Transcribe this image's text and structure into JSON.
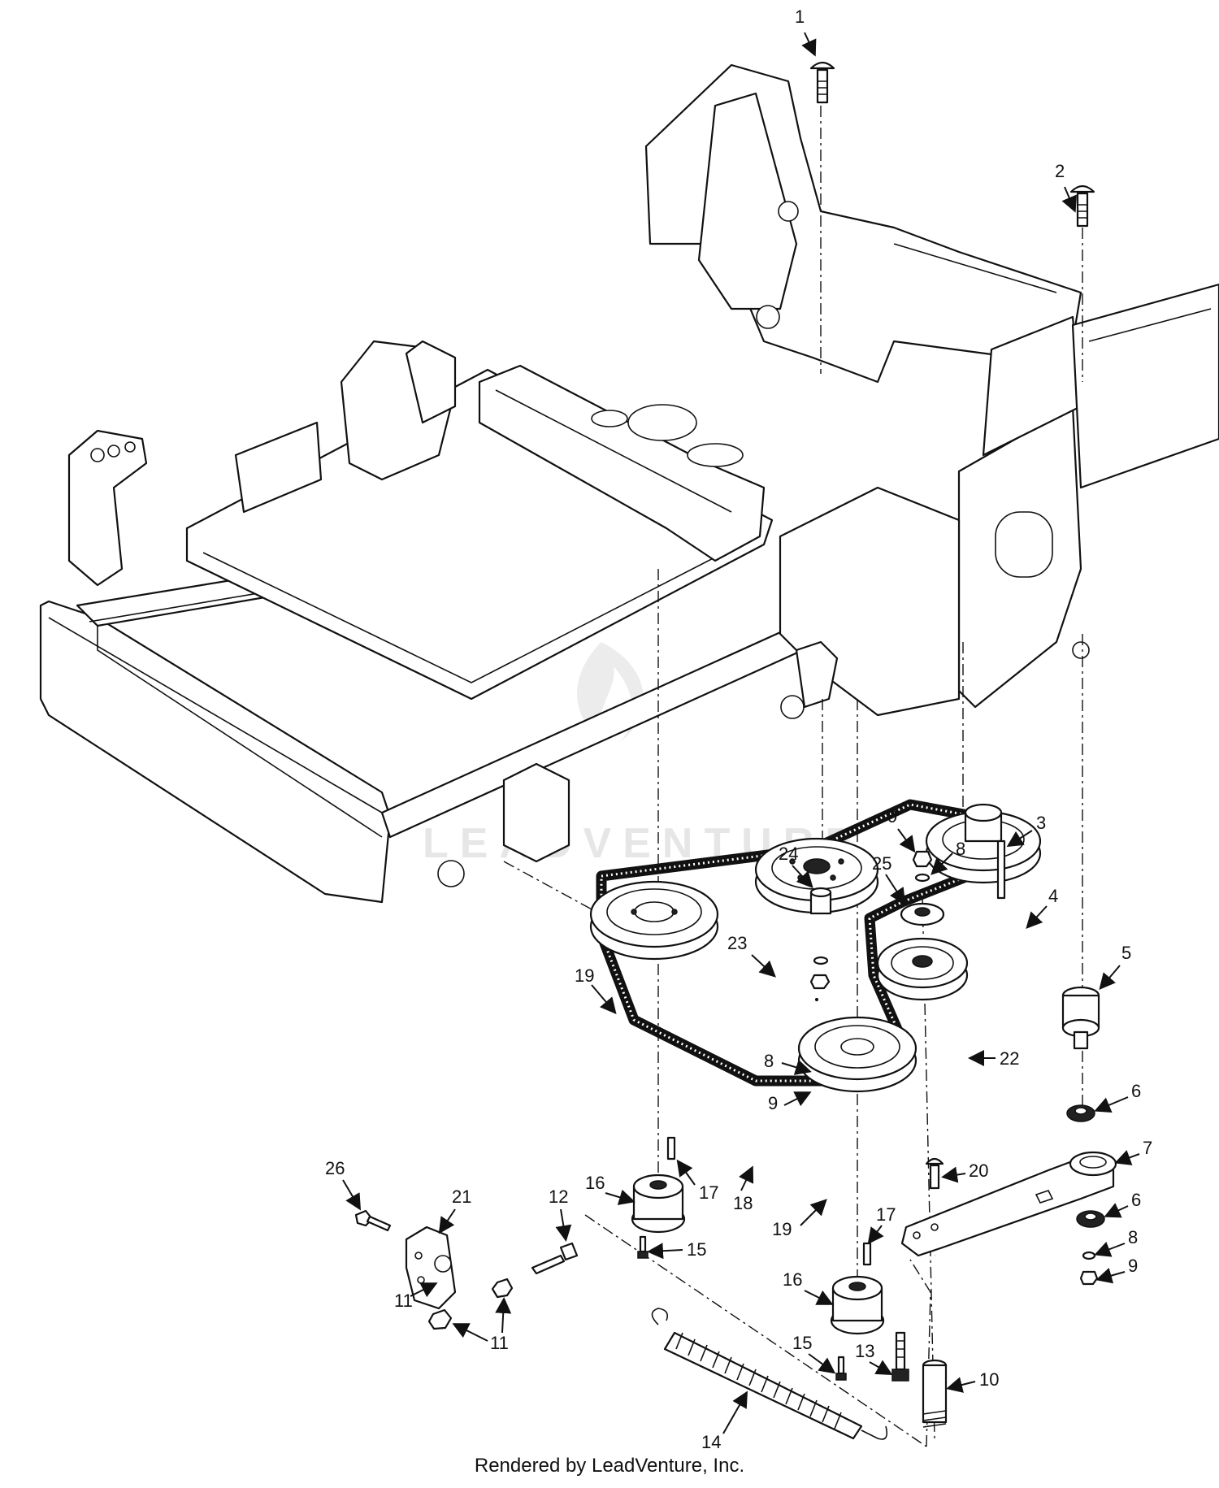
{
  "watermark": {
    "text": "LEADVENTURE"
  },
  "footer": {
    "text": "Rendered by LeadVenture, Inc."
  },
  "callouts": [
    "1",
    "2",
    "3",
    "4",
    "5",
    "6",
    "7",
    "6",
    "8",
    "9",
    "10",
    "11",
    "11",
    "12",
    "13",
    "14",
    "15",
    "15",
    "16",
    "16",
    "17",
    "17",
    "18",
    "19",
    "19",
    "20",
    "21",
    "22",
    "23",
    "24",
    "25",
    "26",
    "8",
    "9",
    "8",
    "9"
  ]
}
